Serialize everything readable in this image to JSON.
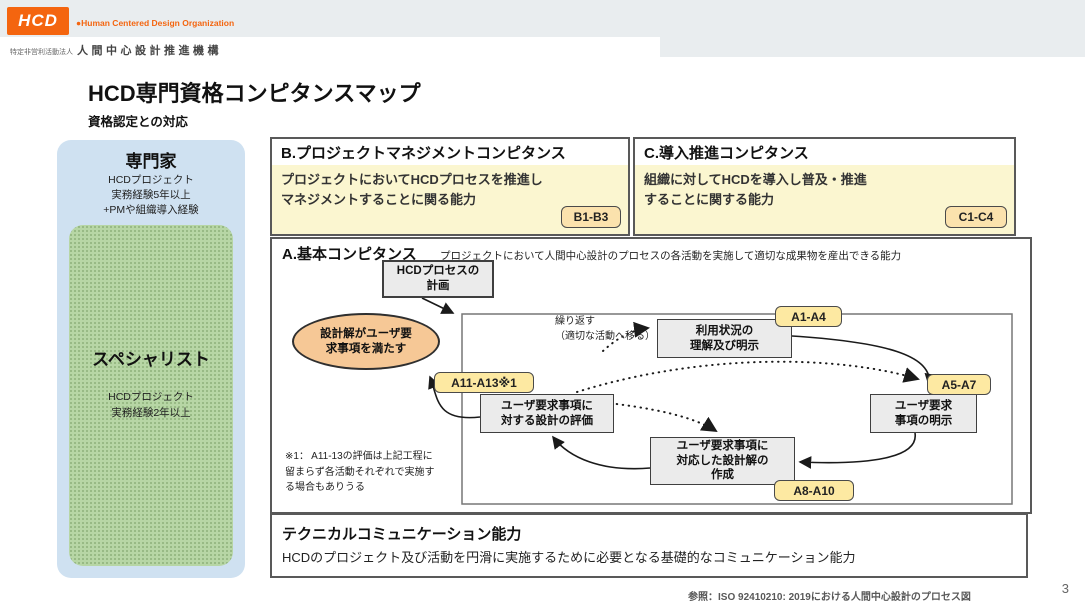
{
  "header": {
    "logo_mark": "HCD",
    "logo_sub": "●Human Centered Design Organization",
    "org_prefix": "特定非営利活動法人",
    "org_name": "人間中心設計推進機構"
  },
  "title": "HCD専門資格コンピタンスマップ",
  "subtitle": "資格認定との対応",
  "sidebar": {
    "expert": {
      "title": "専門家",
      "desc": "HCDプロジェクト\n実務経験5年以上\n+PMや組織導入経験"
    },
    "specialist": {
      "title": "スペシャリスト",
      "desc": "HCDプロジェクト\n実務経験2年以上"
    }
  },
  "box_b": {
    "title": "B.プロジェクトマネジメントコンピタンス",
    "desc": "プロジェクトにおいてHCDプロセスを推進し\nマネジメントすることに関る能力",
    "badge": "B1-B3"
  },
  "box_c": {
    "title": "C.導入推進コンピタンス",
    "desc": "組織に対してHCDを導入し普及・推進\nすることに関する能力",
    "badge": "C1-C4"
  },
  "box_a": {
    "title": "A.基本コンピタンス",
    "desc": "プロジェクトにおいて人間中心設計のプロセスの各活動を実施して適切な成果物を産出できる能力",
    "loop_label": "繰り返す\n（適切な活動へ移る）",
    "goal_ellipse": "設計解がユーザ要\n求事項を満たす",
    "nodes": {
      "plan": "HCDプロセスの\n計画",
      "context": "利用状況の\n理解及び明示",
      "requirements": "ユーザ要求\n事項の明示",
      "design": "ユーザ要求事項に\n対応した設計解の\n作成",
      "evaluation": "ユーザ要求事項に\n対する設計の評価"
    },
    "badges": {
      "context": "A1-A4",
      "requirements": "A5-A7",
      "design": "A8-A10",
      "evaluation": "A11-A13※1"
    },
    "footnote": "※1： A11-13の評価は上記工程に\n留まらず各活動それぞれで実施す\nる場合もありうる"
  },
  "box_t": {
    "title": "テクニカルコミュニケーション能力",
    "desc": "HCDのプロジェクト及び活動を円滑に実施するために必要となる基礎的なコミュニケーション能力"
  },
  "footer": {
    "reference": "参照：ISO 92410210: 2019における人間中心設計のプロセス図",
    "page": "3"
  }
}
